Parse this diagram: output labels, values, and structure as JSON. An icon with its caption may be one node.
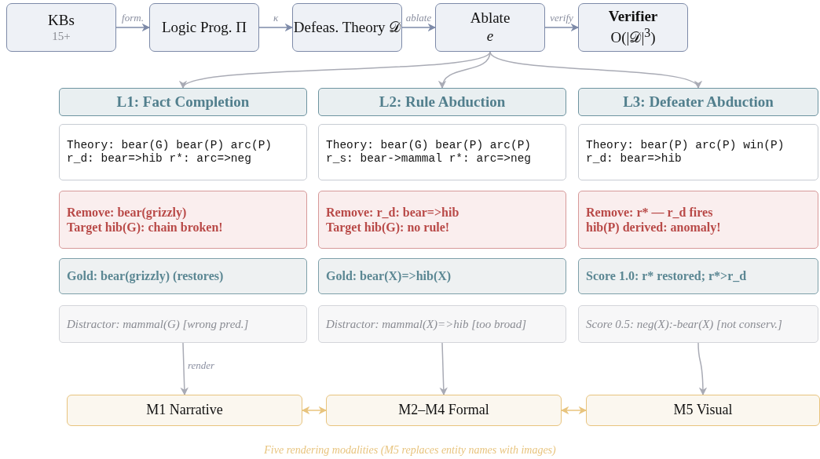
{
  "diagram": {
    "caption": "Five rendering modalities (M5 replaces entity names with images)",
    "nodes": [
      {
        "text": [
          "KBs",
          "15+"
        ]
      },
      {
        "text": [
          "Logic Prog. Π"
        ]
      },
      {
        "text": [
          "Defeas. Theory 𝒟"
        ]
      },
      {
        "text": [
          "Ablate",
          "e"
        ]
      },
      {
        "text": [
          "Verifier",
          "O(|𝒟|$^{3}$)"
        ]
      },
      {
        "text": [
          "L1: Fact Completion"
        ]
      },
      {
        "text": [
          "Theory: bear(G) bear(P) arc(P) r_d: bear=>hib r*: arc=>neg"
        ]
      },
      {
        "text": [
          "Remove: bear(grizzly)",
          "Target hib(G): chain broken!"
        ]
      },
      {
        "text": [
          "Gold: bear(grizzly) (restores)"
        ]
      },
      {
        "text": [
          "Distractor: mammal(G) [wrong pred.]"
        ]
      },
      {
        "text": [
          "L2: Rule Abduction"
        ]
      },
      {
        "text": [
          "Theory: bear(G) bear(P) arc(P) r_s: bear->mammal r*: arc=>neg"
        ]
      },
      {
        "text": [
          "Remove: r_d: bear=>hib",
          "Target hib(G): no rule!"
        ]
      },
      {
        "text": [
          "Gold: bear(X)=>hib(X)"
        ]
      },
      {
        "text": [
          "Distractor: mammal(X)=>hib [too broad]"
        ]
      },
      {
        "text": [
          "L3: Defeater Abduction"
        ]
      },
      {
        "text": [
          "Theory: bear(P) arc(P) win(P) r_d: bear=>hib"
        ]
      },
      {
        "text": [
          "Remove: r* — r_d fires",
          "hib(P) derived: anomaly!"
        ]
      },
      {
        "text": [
          "Score 1.0: r* restored; r*>r_d"
        ]
      },
      {
        "text": [
          "Score 0.5: neg(X):-bear(X) [not conserv.]"
        ]
      },
      {
        "text": [
          "M1 Narrative"
        ]
      },
      {
        "text": [
          "M2–M4 Formal"
        ]
      },
      {
        "text": [
          "M5 Visual"
        ]
      }
    ],
    "edges": [
      {
        "from": 0,
        "to": 1,
        "arrow": "to",
        "label": "form."
      },
      {
        "from": 1,
        "to": 2,
        "arrow": "to",
        "label": "κ"
      },
      {
        "from": 2,
        "to": 3,
        "arrow": "to",
        "label": "ablate"
      },
      {
        "from": 3,
        "to": 4,
        "arrow": "to",
        "label": "verify"
      },
      {
        "from": 3,
        "to": 5,
        "arrow": "to",
        "color": "#a9abb5"
      },
      {
        "from": 3,
        "to": 10,
        "arrow": "to",
        "color": "#a9abb5"
      },
      {
        "from": 3,
        "to": 15,
        "arrow": "to",
        "color": "#a9abb5"
      },
      {
        "from": 9,
        "to": 20,
        "arrow": "to",
        "label": "render",
        "color": "#a9abb5"
      },
      {
        "from": 14,
        "to": 21,
        "arrow": "to",
        "color": "#a9abb5"
      },
      {
        "from": 19,
        "to": 22,
        "arrow": "to",
        "color": "#a9abb5"
      },
      {
        "from": 20,
        "to": 21,
        "arrow": "both",
        "color": "#e8c47e"
      },
      {
        "from": 21,
        "to": 22,
        "arrow": "both",
        "color": "#e8c47e"
      }
    ]
  }
}
